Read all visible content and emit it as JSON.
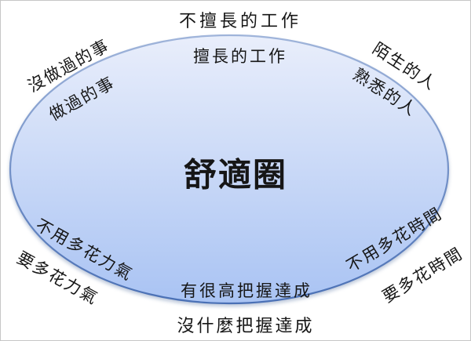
{
  "title": "舒適圈",
  "labels": {
    "top_outer": "不擅長的工作",
    "top_inner": "擅長的工作",
    "topleft_outer": "沒做過的事",
    "topleft_inner": "做過的事",
    "topright_outer": "陌生的人",
    "topright_inner": "熟悉的人",
    "bottomleft_inner": "不用多花力氣",
    "bottomleft_outer": "要多花力氣",
    "bottomright_inner": "不用多花時間",
    "bottomright_outer": "要多花時間",
    "bottom_inner": "有很高把握達成",
    "bottom_outer": "沒什麼把握達成"
  },
  "colors": {
    "ellipse_fill_top": "#e9eefb",
    "ellipse_fill_bottom": "#a9c3f3",
    "ellipse_stroke_top": "#9fb4da",
    "ellipse_stroke_bottom": "#4a70b5",
    "text": "#161616",
    "frame_border": "#c6c6c6"
  }
}
